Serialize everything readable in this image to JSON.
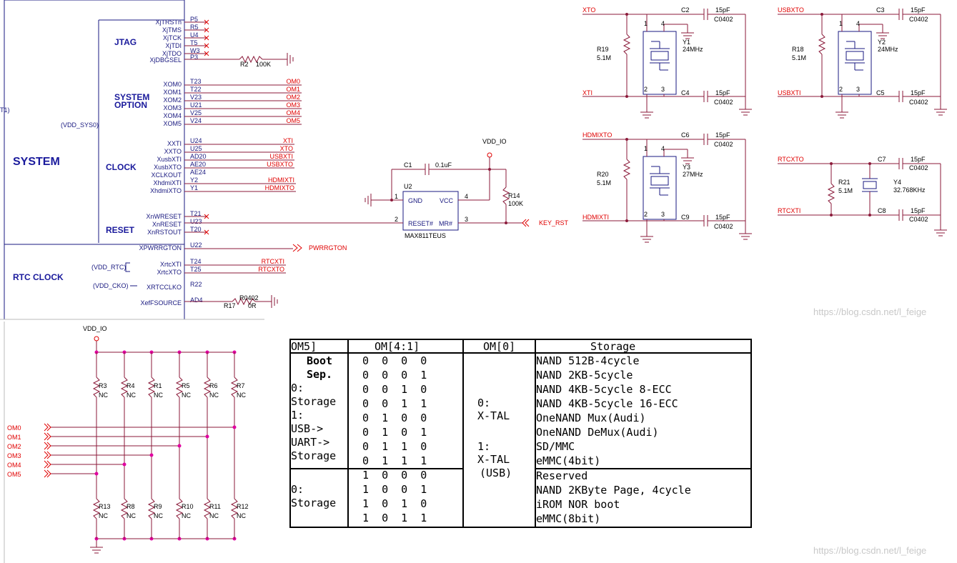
{
  "soc": {
    "blocks": {
      "jtag": "JTAG",
      "system_option_1": "SYSTEM",
      "system_option_2": "OPTION",
      "clock": "CLOCK",
      "reset": "RESET",
      "system": "SYSTEM",
      "rtc_clock": "RTC CLOCK"
    },
    "supply_labels": {
      "vdd_sys0": "(VDD_SYS0)",
      "vdd_rtc": "(VDD_RTC)",
      "vdd_cko": "(VDD_CKO)",
      "edge_mark": "T1)"
    },
    "pins": [
      {
        "name": "XjTRSTn",
        "ball": "P5"
      },
      {
        "name": "XjTMS",
        "ball": "R5"
      },
      {
        "name": "XjTCK",
        "ball": "U4"
      },
      {
        "name": "XjTDI",
        "ball": "T5"
      },
      {
        "name": "XjTDO",
        "ball": "W3"
      },
      {
        "name": "XjDBGSEL",
        "ball": "P3"
      },
      {
        "name": "XOM0",
        "ball": "T23",
        "net": "OM0"
      },
      {
        "name": "XOM1",
        "ball": "T22",
        "net": "OM1"
      },
      {
        "name": "XOM2",
        "ball": "V23",
        "net": "OM2"
      },
      {
        "name": "XOM3",
        "ball": "U21",
        "net": "OM3"
      },
      {
        "name": "XOM4",
        "ball": "V25",
        "net": "OM4"
      },
      {
        "name": "XOM5",
        "ball": "V24",
        "net": "OM5"
      },
      {
        "name": "XXTI",
        "ball": "U24",
        "net": "XTI"
      },
      {
        "name": "XXTO",
        "ball": "U25",
        "net": "XTO"
      },
      {
        "name": "XusbXTI",
        "ball": "AD20",
        "net": "USBXTI"
      },
      {
        "name": "XusbXTO",
        "ball": "AE20",
        "net": "USBXTO"
      },
      {
        "name": "XCLKOUT",
        "ball": "AE24"
      },
      {
        "name": "XhdmiXTI",
        "ball": "Y2",
        "net": "HDMIXTI"
      },
      {
        "name": "XhdmiXTO",
        "ball": "Y1",
        "net": "HDMIXTO"
      },
      {
        "name": "XnWRESET",
        "ball": "T21"
      },
      {
        "name": "XnRESET",
        "ball": "U23"
      },
      {
        "name": "XnRSTOUT",
        "ball": "T20"
      },
      {
        "name": "XPWRRGTON",
        "ball": "U22",
        "net": "PWRRGTON"
      },
      {
        "name": "XrtcXTI",
        "ball": "T24",
        "net": "RTCXTI"
      },
      {
        "name": "XrtcXTO",
        "ball": "T25",
        "net": "RTCXTO"
      },
      {
        "name": "XRTCCLKO",
        "ball": "R22"
      },
      {
        "name": "XefFSOURCE",
        "ball": "AD4"
      }
    ],
    "r2": {
      "ref": "R2",
      "value": "100K"
    },
    "r17": {
      "ref": "R17",
      "value": "0R",
      "footprint": "R0402"
    }
  },
  "reset_circuit": {
    "vdd": "VDD_IO",
    "c1": {
      "ref": "C1",
      "value": "0.1uF"
    },
    "u2": {
      "ref": "U2",
      "part": "MAX811TEUS",
      "pin_gnd": "GND",
      "pin_vcc": "VCC",
      "pin_reset": "RESET#",
      "pin_mr": "MR#",
      "n1": "1",
      "n2": "2",
      "n3": "3",
      "n4": "4"
    },
    "r14": {
      "ref": "R14",
      "value": "100K"
    },
    "key_net": "KEY_RST"
  },
  "crystals": [
    {
      "in_net": "XTO",
      "out_net": "XTI",
      "r_ref": "R19",
      "r_val": "5.1M",
      "y_ref": "Y1",
      "y_val": "24MHz",
      "c_top": "C2",
      "c_bot": "C4",
      "c_val": "15pF",
      "c_pkg": "C0402"
    },
    {
      "in_net": "USBXTO",
      "out_net": "USBXTI",
      "r_ref": "R18",
      "r_val": "5.1M",
      "y_ref": "Y2",
      "y_val": "24MHz",
      "c_top": "C3",
      "c_bot": "C5",
      "c_val": "15pF",
      "c_pkg": "C0402"
    },
    {
      "in_net": "HDMIXTO",
      "out_net": "HDMIXTI",
      "r_ref": "R20",
      "r_val": "5.1M",
      "y_ref": "Y3",
      "y_val": "27MHz",
      "c_top": "C6",
      "c_bot": "C9",
      "c_val": "15pF",
      "c_pkg": "C0402"
    },
    {
      "in_net": "RTCXTO",
      "out_net": "RTCXTI",
      "r_ref": "R21",
      "r_val": "5.1M",
      "y_ref": "Y4",
      "y_val": "32.768KHz",
      "c_top": "C7",
      "c_bot": "C8",
      "c_val": "15pF",
      "c_pkg": "C0402"
    }
  ],
  "crystal_pins": {
    "p1": "1",
    "p2": "2",
    "p3": "3",
    "p4": "4"
  },
  "om_straps": {
    "vdd": "VDD_IO",
    "top_refs": [
      "R3",
      "R4",
      "R1",
      "R5",
      "R6",
      "R7"
    ],
    "bottom_refs": [
      "R13",
      "R8",
      "R9",
      "R10",
      "R11",
      "R12"
    ],
    "value": "NC",
    "nets": [
      "OM0",
      "OM1",
      "OM2",
      "OM3",
      "OM4",
      "OM5"
    ]
  },
  "om_table": {
    "headers": [
      "OM5]",
      "OM[4:1]",
      "OM[0]",
      "Storage"
    ],
    "col1_top": [
      "Boot",
      "Sep.",
      "0:",
      "Storage",
      "1:",
      "USB->",
      "UART->",
      "Storage"
    ],
    "col1_bottom": [
      "0:",
      "Storage"
    ],
    "col2_top": [
      "0  0  0  0",
      "0  0  0  1",
      "0  0  1  0",
      "0  0  1  1",
      "0  1  0  0",
      "0  1  0  1",
      "0  1  1  0",
      "0  1  1  1"
    ],
    "col2_bottom": [
      "1  0  0  0",
      "1  0  0  1",
      "1  0  1  0",
      "1  0  1  1"
    ],
    "col3": [
      "0:",
      "X-TAL",
      "1:",
      "X-TAL",
      "(USB)"
    ],
    "col4_top": [
      "NAND 512B-4cycle",
      "NAND 2KB-5cycle",
      "NAND 4KB-5cycle 8-ECC",
      "NAND 4KB-5cycle 16-ECC",
      "OneNAND Mux(Audi)",
      "OneNAND DeMux(Audi)",
      "SD/MMC",
      "eMMC(4bit)"
    ],
    "col4_bottom": [
      "Reserved",
      "NAND 2KByte Page, 4cycle",
      "iROM NOR boot",
      "eMMC(8bit)"
    ]
  },
  "watermarks": [
    "https://blog.csdn.net/l_feige",
    "https://blog.csdn.net/l_feige"
  ],
  "colors": {
    "wire": "#8b1a3a",
    "net_label": "#e00000",
    "pin_text": "#1a1a80",
    "block_text": "#1a1a9c"
  }
}
